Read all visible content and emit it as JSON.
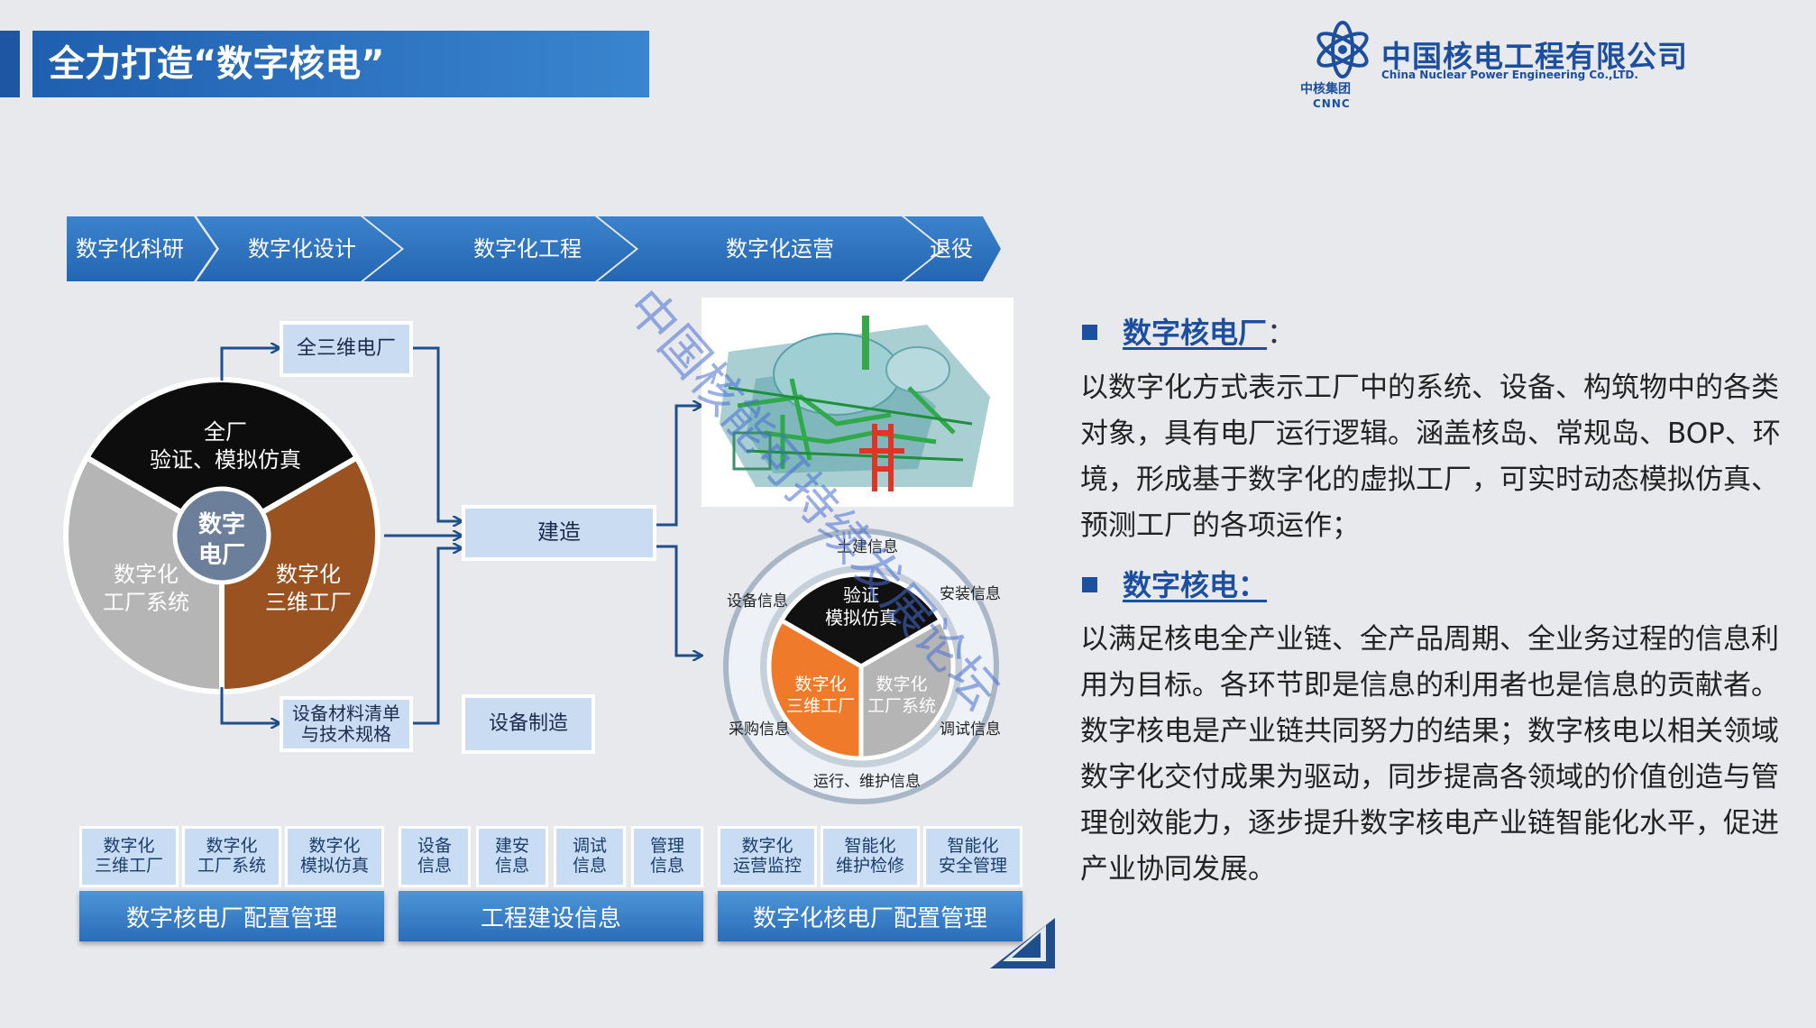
{
  "title": "全力打造“数字核电”",
  "logo": {
    "company_cn": "中国核电工程有限公司",
    "company_en": "China Nuclear Power Engineering Co.,LTD.",
    "group_cn": "中核集团",
    "group_en": "CNNC"
  },
  "stages": [
    "数字化科研",
    "数字化设计",
    "数字化工程",
    "数字化运营",
    "退役"
  ],
  "left_wheel": {
    "center": "数字\n电厂",
    "top": "全厂\n验证、模拟仿真",
    "left": "数字化\n工厂系统",
    "right": "数字化\n三维工厂"
  },
  "boxes": {
    "three_d": "全三维电厂",
    "build": "建造",
    "material": "设备材料清单\n与技术规格",
    "manufacture": "设备制造"
  },
  "right_wheel": {
    "top": "验证\n模拟仿真",
    "left": "数字化\n三维工厂",
    "right": "数字化\n工厂系统",
    "ring_labels": [
      "土建信息",
      "安装信息",
      "调试信息",
      "运行、维护信息",
      "采购信息",
      "设备信息"
    ]
  },
  "bottom_groups": [
    {
      "cells": [
        "数字化\n三维工厂",
        "数字化\n工厂系统",
        "数字化\n模拟仿真"
      ],
      "bar": "数字核电厂配置管理"
    },
    {
      "cells": [
        "设备\n信息",
        "建安\n信息",
        "调试\n信息",
        "管理\n信息"
      ],
      "bar": "工程建设信息"
    },
    {
      "cells": [
        "数字化\n运营监控",
        "智能化\n维护检修",
        "智能化\n安全管理"
      ],
      "bar": "数字化核电厂配置管理"
    }
  ],
  "right_text": {
    "heading1": "数字核电厂",
    "heading1_colon": "：",
    "para1": "以数字化方式表示工厂中的系统、设备、构筑物中的各类对象，具有电厂运行逻辑。涵盖核岛、常规岛、BOP、环境，形成基于数字化的虚拟工厂，可实时动态模拟仿真、预测工厂的各项运作；",
    "heading2": "数字核电：",
    "para2": "以满足核电全产业链、全产品周期、全业务过程的信息利用为目标。各环节即是信息的利用者也是信息的贡献者。数字核电是产业链共同努力的结果；数字核电以相关领域数字化交付成果为驱动，同步提高各领域的价值创造与管理创效能力，逐步提升数字核电产业链智能化水平，促进产业协同发展。"
  },
  "watermark": "中国核能可持续发展论坛",
  "colors": {
    "brand_blue": "#1c4f9f",
    "title_bar": "#2a72c0",
    "wheel_brown": "#9a5220",
    "wheel_gray": "#b5b5b5",
    "wheel_orange": "#ee7a2a",
    "box_fill": "#c9dcf2"
  }
}
